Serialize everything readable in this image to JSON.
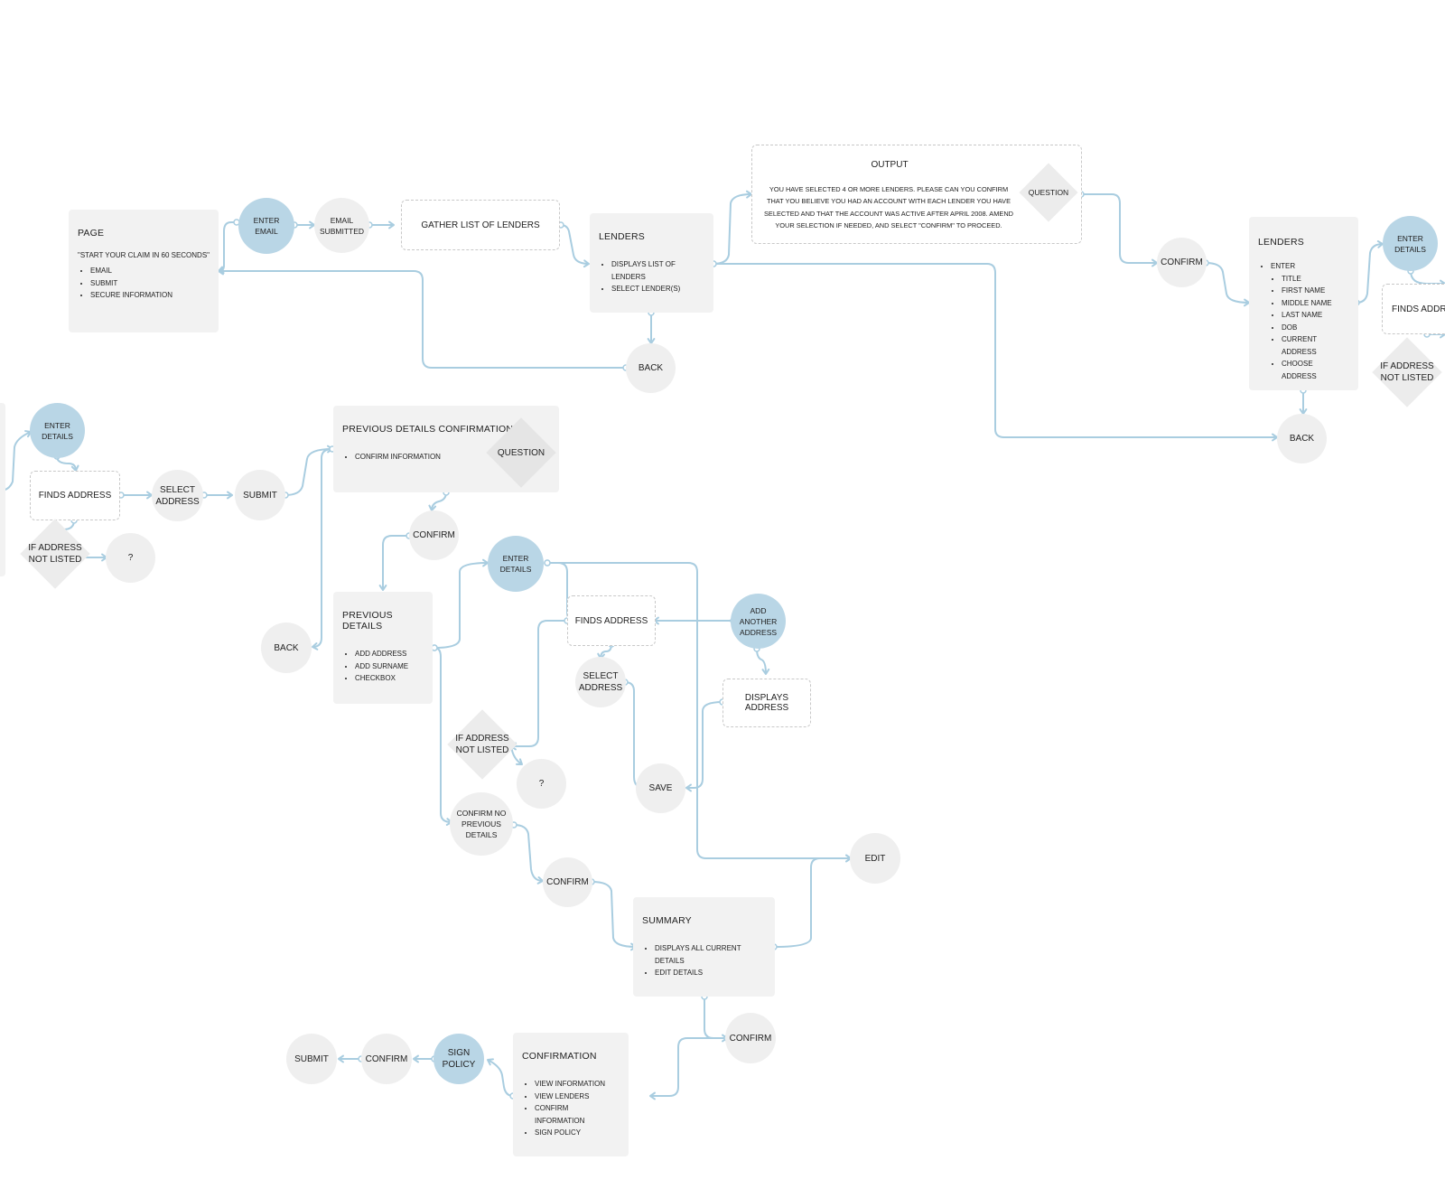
{
  "nodes": {
    "page": {
      "title": "PAGE",
      "subtitle": "\"START YOUR CLAIM IN 60 SECONDS\"",
      "items": [
        "EMAIL",
        "SUBMIT",
        "SECURE INFORMATION"
      ]
    },
    "enter_email": "ENTER EMAIL",
    "email_submitted": "EMAIL SUBMITTED",
    "gather_lenders": "GATHER LIST OF LENDERS",
    "lenders_1": {
      "title": "LENDERS",
      "items": [
        "DISPLAYS LIST OF LENDERS",
        "SELECT LENDER(S)"
      ]
    },
    "back_1": "BACK",
    "output": {
      "title": "OUTPUT",
      "text": "YOU HAVE SELECTED 4 OR MORE LENDERS. PLEASE CAN YOU CONFIRM THAT YOU BELIEVE YOU HAD AN ACCOUNT WITH EACH LENDER YOU HAVE SELECTED AND THAT THE ACCOUNT WAS ACTIVE AFTER APRIL 2008. AMEND YOUR SELECTION IF NEEDED, AND SELECT \"CONFIRM\" TO PROCEED.",
      "question": "QUESTION"
    },
    "confirm_1": "CONFIRM",
    "lenders_2": {
      "title": "LENDERS",
      "enter": "ENTER",
      "items": [
        "TITLE",
        "FIRST NAME",
        "MIDDLE NAME",
        "LAST NAME",
        "DOB",
        "CURRENT ADDRESS",
        "CHOOSE ADDRESS"
      ]
    },
    "enter_details_1": "ENTER DETAILS",
    "finds_address_clip": "FINDS ADDR",
    "if_not_listed_1": "IF ADDRESS NOT LISTED",
    "back_2": "BACK",
    "enter_details_2": "ENTER DETAILS",
    "finds_address_2": "FINDS ADDRESS",
    "select_address_2": "SELECT ADDRESS",
    "submit_2": "SUBMIT",
    "if_not_listed_2": "IF ADDRESS NOT LISTED",
    "unknown_2": "?",
    "prev_conf": {
      "title": "PREVIOUS DETAILS CONFIRMATION",
      "items": [
        "CONFIRM INFORMATION"
      ],
      "question": "QUESTION"
    },
    "confirm_2": "CONFIRM",
    "back_3": "BACK",
    "prev_details": {
      "title": "PREVIOUS DETAILS",
      "items": [
        "ADD ADDRESS",
        "ADD SURNAME",
        "CHECKBOX"
      ]
    },
    "enter_details_3": "ENTER DETAILS",
    "finds_address_3": "FINDS ADDRESS",
    "add_another": "ADD ANOTHER ADDRESS",
    "select_address_3": "SELECT ADDRESS",
    "displays_address": "DISPLAYS ADDRESS",
    "if_not_listed_3": "IF ADDRESS NOT LISTED",
    "unknown_3": "?",
    "save": "SAVE",
    "confirm_no_prev": "CONFIRM NO PREVIOUS DETAILS",
    "edit": "EDIT",
    "confirm_3": "CONFIRM",
    "summary": {
      "title": "SUMMARY",
      "items": [
        "DISPLAYS ALL CURRENT DETAILS",
        "EDIT DETAILS"
      ]
    },
    "confirm_4": "CONFIRM",
    "confirmation": {
      "title": "CONFIRMATION",
      "items": [
        "VIEW INFORMATION",
        "VIEW LENDERS",
        "CONFIRM INFORMATION",
        "SIGN POLICY"
      ]
    },
    "sign_policy": "SIGN POLICY",
    "confirm_5": "CONFIRM",
    "submit_final": "SUBMIT"
  },
  "colors": {
    "connector": "#a9cde0",
    "node_fill": "#f2f2f2",
    "action_node": "#b9d6e6",
    "dashed_border": "#c8c8c8"
  }
}
